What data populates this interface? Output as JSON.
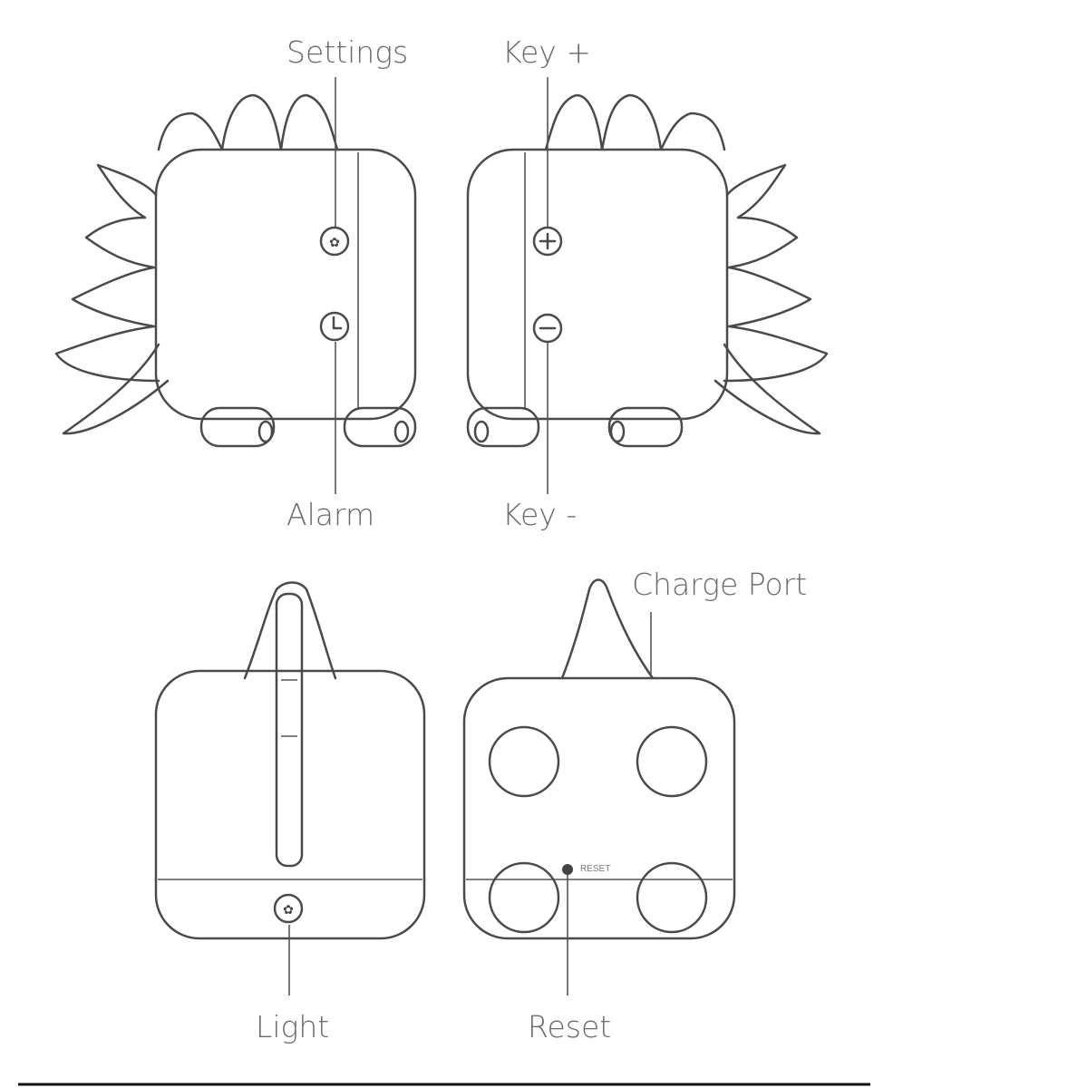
{
  "labels": {
    "settings": "Settings",
    "key_plus": "Key +",
    "alarm": "Alarm",
    "key_minus": "Key -",
    "charge_port": "Charge Port",
    "light": "Light",
    "reset": "Reset",
    "reset_print": "RESET"
  }
}
